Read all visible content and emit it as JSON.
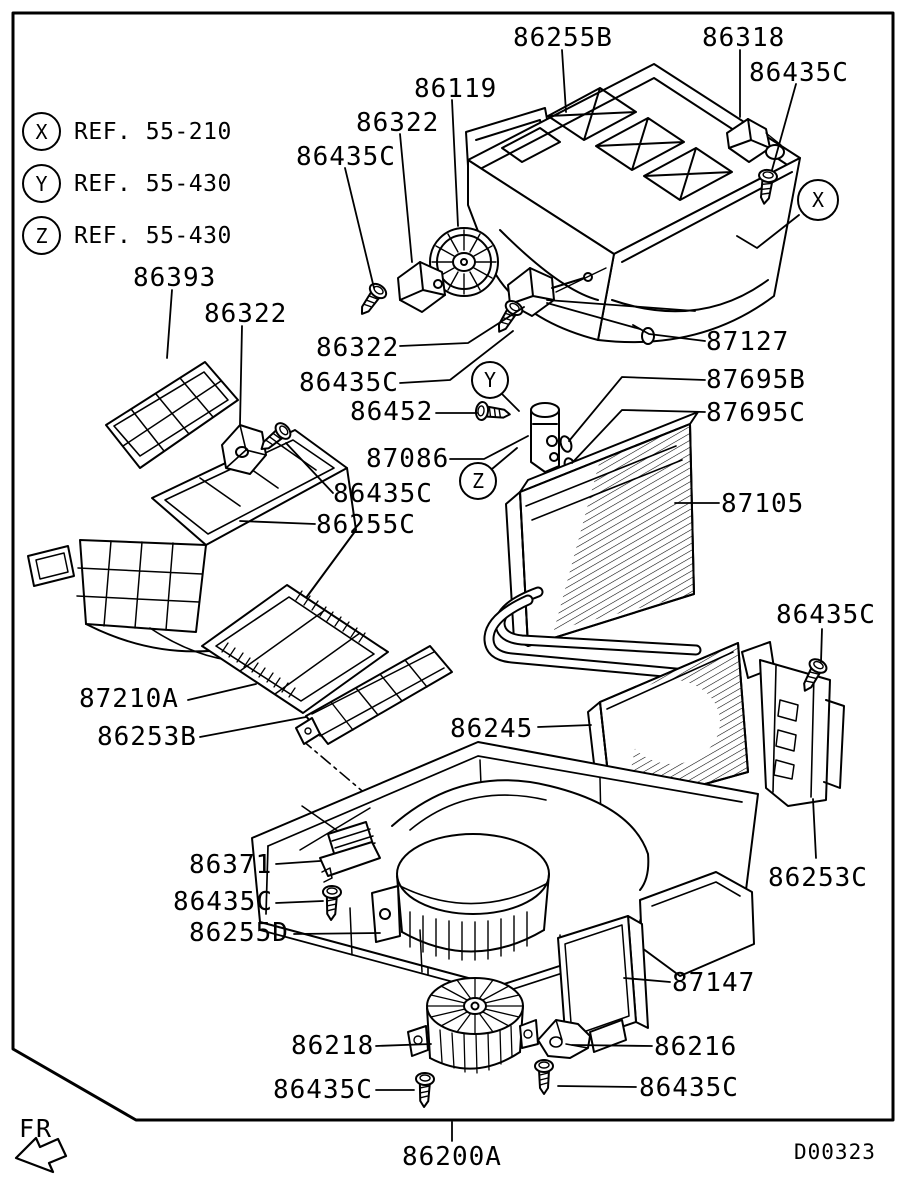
{
  "figure": {
    "drawing_code": "D00323",
    "front_label": "FR",
    "ink": "#000000",
    "paper": "#ffffff"
  },
  "legend": {
    "items": [
      {
        "symbol": "X",
        "ref": "REF. 55-210"
      },
      {
        "symbol": "Y",
        "ref": "REF. 55-430"
      },
      {
        "symbol": "Z",
        "ref": "REF. 55-430"
      }
    ]
  },
  "markers": [
    "X",
    "Y",
    "Z"
  ],
  "callouts": [
    {
      "text": "86255B"
    },
    {
      "text": "86318"
    },
    {
      "text": "86435C"
    },
    {
      "text": "86119"
    },
    {
      "text": "86322"
    },
    {
      "text": "86435C"
    },
    {
      "text": "86393"
    },
    {
      "text": "86322"
    },
    {
      "text": "86322"
    },
    {
      "text": "86435C"
    },
    {
      "text": "86452"
    },
    {
      "text": "87086"
    },
    {
      "text": "86435C"
    },
    {
      "text": "86255C"
    },
    {
      "text": "87127"
    },
    {
      "text": "87695B"
    },
    {
      "text": "87695C"
    },
    {
      "text": "87105"
    },
    {
      "text": "87210A"
    },
    {
      "text": "86253B"
    },
    {
      "text": "86245"
    },
    {
      "text": "86435C"
    },
    {
      "text": "86253C"
    },
    {
      "text": "86371"
    },
    {
      "text": "86435C"
    },
    {
      "text": "86255D"
    },
    {
      "text": "86218"
    },
    {
      "text": "86435C"
    },
    {
      "text": "86216"
    },
    {
      "text": "86435C"
    },
    {
      "text": "87147"
    },
    {
      "text": "86200A"
    }
  ]
}
